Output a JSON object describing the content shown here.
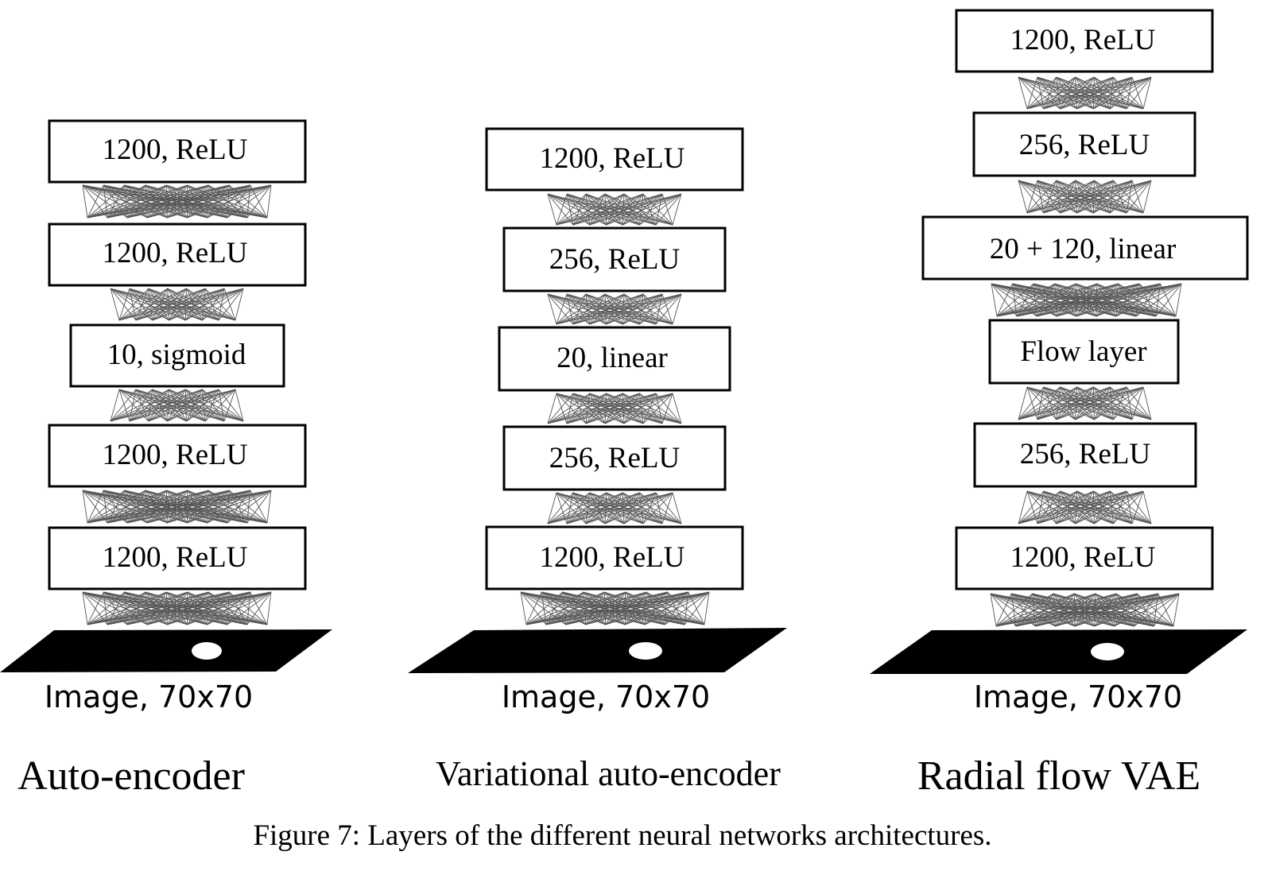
{
  "colors": {
    "ink": "#000000",
    "connections": "#555555",
    "background": "#ffffff"
  },
  "networks": [
    {
      "id": "ae",
      "title": "Auto-encoder",
      "input_label": "Image, 70x70",
      "layers_top_to_bottom": [
        "1200, ReLU",
        "1200, ReLU",
        "10, sigmoid",
        "1200, ReLU",
        "1200, ReLU"
      ]
    },
    {
      "id": "vae",
      "title": "Variational auto-encoder",
      "input_label": "Image, 70x70",
      "layers_top_to_bottom": [
        "1200, ReLU",
        "256, ReLU",
        "20, linear",
        "256, ReLU",
        "1200, ReLU"
      ]
    },
    {
      "id": "rfvae",
      "title": "Radial flow VAE",
      "input_label": "Image, 70x70",
      "layers_top_to_bottom": [
        "1200, ReLU",
        "256, ReLU",
        "20 + 120, linear",
        "Flow layer",
        "256, ReLU",
        "1200, ReLU"
      ]
    }
  ],
  "caption": "Figure 7: Layers of the different neural networks architectures."
}
